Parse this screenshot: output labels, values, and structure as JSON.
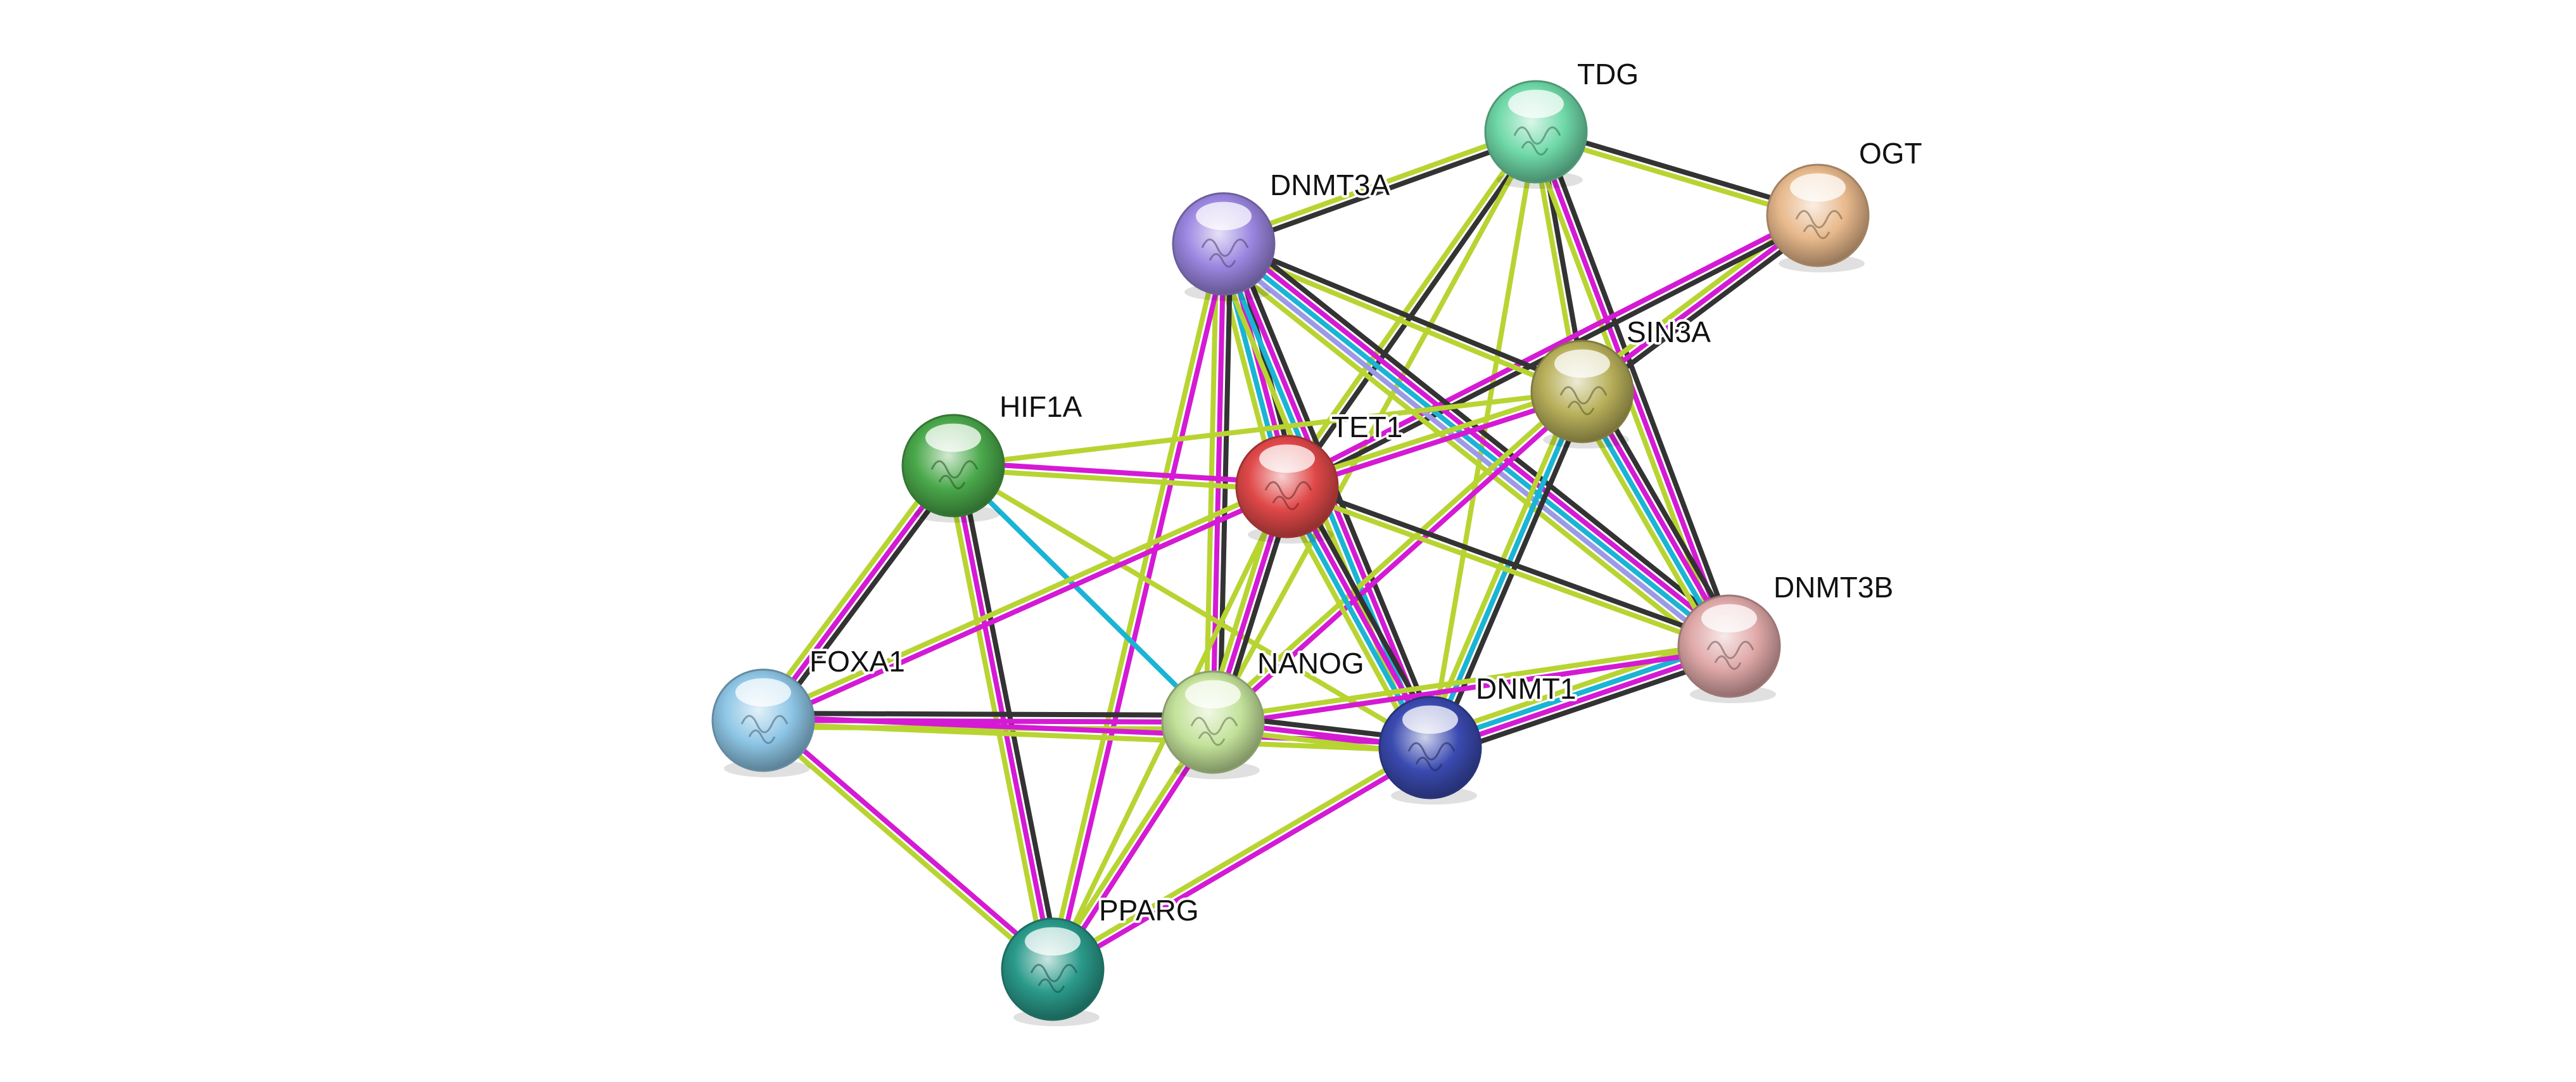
{
  "network": {
    "nodes": [
      {
        "id": "TDG",
        "label": "TDG",
        "color": "#6fd9a8"
      },
      {
        "id": "OGT",
        "label": "OGT",
        "color": "#e8b98c"
      },
      {
        "id": "DNMT3A",
        "label": "DNMT3A",
        "color": "#9b86e0"
      },
      {
        "id": "SIN3A",
        "label": "SIN3A",
        "color": "#b8b05a"
      },
      {
        "id": "HIF1A",
        "label": "HIF1A",
        "color": "#4aa84a"
      },
      {
        "id": "TET1",
        "label": "TET1",
        "color": "#e04848"
      },
      {
        "id": "DNMT3B",
        "label": "DNMT3B",
        "color": "#e0a8a8"
      },
      {
        "id": "FOXA1",
        "label": "FOXA1",
        "color": "#8ec6e6"
      },
      {
        "id": "NANOG",
        "label": "NANOG",
        "color": "#c4e29a"
      },
      {
        "id": "DNMT1",
        "label": "DNMT1",
        "color": "#3a4ab0"
      },
      {
        "id": "PPARG",
        "label": "PPARG",
        "color": "#2a9a8a"
      }
    ],
    "edge_colors": {
      "black": "#333333",
      "yellow": "#b8d432",
      "magenta": "#d41ad4",
      "cyan": "#1ab4d4",
      "lavender": "#9a9ae6"
    },
    "edges": [
      {
        "source": "TDG",
        "target": "DNMT3A",
        "types": [
          "black",
          "yellow"
        ]
      },
      {
        "source": "TDG",
        "target": "OGT",
        "types": [
          "black",
          "yellow"
        ]
      },
      {
        "source": "TDG",
        "target": "TET1",
        "types": [
          "black",
          "yellow"
        ]
      },
      {
        "source": "TDG",
        "target": "SIN3A",
        "types": [
          "black",
          "yellow"
        ]
      },
      {
        "source": "TDG",
        "target": "DNMT3B",
        "types": [
          "black",
          "magenta",
          "yellow"
        ]
      },
      {
        "source": "TDG",
        "target": "DNMT1",
        "types": [
          "yellow"
        ]
      },
      {
        "source": "TDG",
        "target": "NANOG",
        "types": [
          "yellow"
        ]
      },
      {
        "source": "OGT",
        "target": "SIN3A",
        "types": [
          "black",
          "magenta",
          "yellow"
        ]
      },
      {
        "source": "OGT",
        "target": "TET1",
        "types": [
          "black",
          "magenta"
        ]
      },
      {
        "source": "DNMT3A",
        "target": "TET1",
        "types": [
          "black",
          "magenta",
          "cyan",
          "yellow"
        ]
      },
      {
        "source": "DNMT3A",
        "target": "SIN3A",
        "types": [
          "black",
          "yellow"
        ]
      },
      {
        "source": "DNMT3A",
        "target": "DNMT3B",
        "types": [
          "black",
          "magenta",
          "cyan",
          "lavender",
          "yellow"
        ]
      },
      {
        "source": "DNMT3A",
        "target": "DNMT1",
        "types": [
          "black",
          "magenta",
          "cyan",
          "yellow"
        ]
      },
      {
        "source": "DNMT3A",
        "target": "NANOG",
        "types": [
          "black",
          "magenta",
          "yellow"
        ]
      },
      {
        "source": "DNMT3A",
        "target": "PPARG",
        "types": [
          "magenta",
          "yellow"
        ]
      },
      {
        "source": "SIN3A",
        "target": "TET1",
        "types": [
          "magenta",
          "yellow"
        ]
      },
      {
        "source": "SIN3A",
        "target": "DNMT3B",
        "types": [
          "black",
          "magenta",
          "cyan",
          "yellow"
        ]
      },
      {
        "source": "SIN3A",
        "target": "DNMT1",
        "types": [
          "black",
          "cyan",
          "yellow"
        ]
      },
      {
        "source": "SIN3A",
        "target": "NANOG",
        "types": [
          "magenta",
          "yellow"
        ]
      },
      {
        "source": "SIN3A",
        "target": "HIF1A",
        "types": [
          "yellow"
        ]
      },
      {
        "source": "HIF1A",
        "target": "TET1",
        "types": [
          "magenta",
          "yellow"
        ]
      },
      {
        "source": "HIF1A",
        "target": "FOXA1",
        "types": [
          "black",
          "magenta",
          "yellow"
        ]
      },
      {
        "source": "HIF1A",
        "target": "PPARG",
        "types": [
          "black",
          "magenta",
          "yellow"
        ]
      },
      {
        "source": "HIF1A",
        "target": "NANOG",
        "types": [
          "cyan"
        ]
      },
      {
        "source": "HIF1A",
        "target": "DNMT1",
        "types": [
          "yellow"
        ]
      },
      {
        "source": "TET1",
        "target": "DNMT1",
        "types": [
          "black",
          "magenta",
          "cyan",
          "yellow"
        ]
      },
      {
        "source": "TET1",
        "target": "NANOG",
        "types": [
          "black",
          "magenta",
          "yellow"
        ]
      },
      {
        "source": "TET1",
        "target": "DNMT3B",
        "types": [
          "black",
          "yellow"
        ]
      },
      {
        "source": "TET1",
        "target": "FOXA1",
        "types": [
          "magenta",
          "yellow"
        ]
      },
      {
        "source": "TET1",
        "target": "PPARG",
        "types": [
          "yellow"
        ]
      },
      {
        "source": "DNMT3B",
        "target": "DNMT1",
        "types": [
          "black",
          "magenta",
          "cyan",
          "yellow"
        ]
      },
      {
        "source": "DNMT3B",
        "target": "NANOG",
        "types": [
          "magenta",
          "yellow"
        ]
      },
      {
        "source": "FOXA1",
        "target": "NANOG",
        "types": [
          "black",
          "magenta",
          "yellow"
        ]
      },
      {
        "source": "FOXA1",
        "target": "DNMT1",
        "types": [
          "magenta",
          "yellow"
        ]
      },
      {
        "source": "FOXA1",
        "target": "PPARG",
        "types": [
          "magenta",
          "yellow"
        ]
      },
      {
        "source": "NANOG",
        "target": "DNMT1",
        "types": [
          "black",
          "magenta",
          "yellow"
        ]
      },
      {
        "source": "NANOG",
        "target": "PPARG",
        "types": [
          "magenta",
          "yellow"
        ]
      },
      {
        "source": "DNMT1",
        "target": "PPARG",
        "types": [
          "magenta",
          "yellow"
        ]
      }
    ]
  }
}
